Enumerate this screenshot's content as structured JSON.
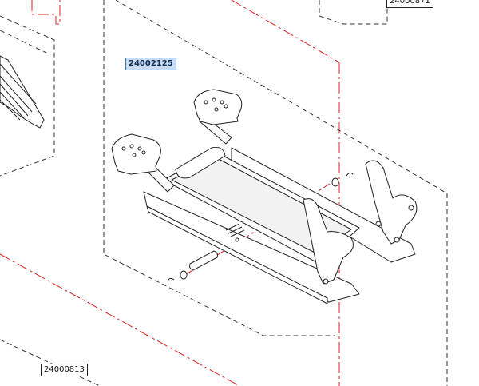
{
  "diagram": {
    "part_numbers": {
      "main_assembly": "24002125",
      "bottom_left": "24000813",
      "top_right_partial": "24000871"
    },
    "colors": {
      "line": "#222222",
      "dash": "#333333",
      "red_dash": "#e02020",
      "highlight_bg": "#c9dbf2",
      "highlight_border": "#3a6ea5"
    }
  }
}
